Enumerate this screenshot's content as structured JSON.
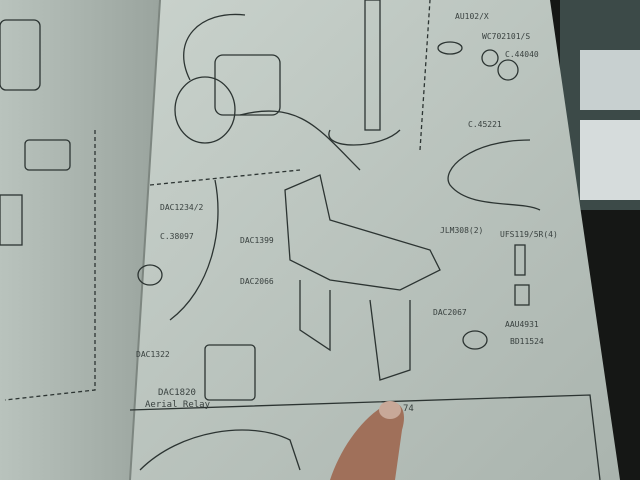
{
  "labels": {
    "au102x": "AU102/X",
    "wc702101s": "WC702101/S",
    "c44040": "C.44040",
    "c45221": "C.45221",
    "dac1234": "DAC1234/2",
    "c38097": "C.38097",
    "dac1399": "DAC1399",
    "jlm308": "JLM308(2)",
    "ufs119": "UFS119/5R(4)",
    "dac2066": "DAC2066",
    "dac2067": "DAC2067",
    "aau4931": "AAU4931",
    "bd11524": "BD11524",
    "dac1322": "DAC1322",
    "dac1820": "DAC1820",
    "aerial_relay": "Aerial Relay",
    "page_ref": "74"
  }
}
